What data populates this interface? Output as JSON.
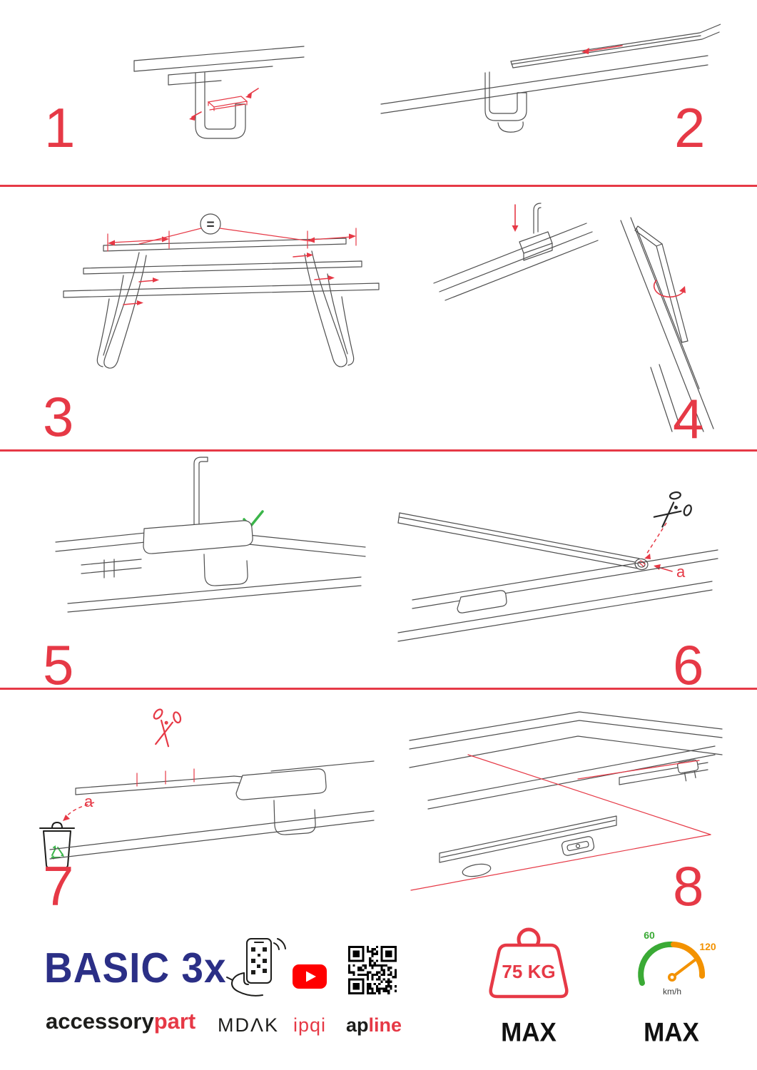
{
  "steps": [
    {
      "number": "1"
    },
    {
      "number": "2"
    },
    {
      "number": "3"
    },
    {
      "number": "4"
    },
    {
      "number": "5"
    },
    {
      "number": "6"
    },
    {
      "number": "7"
    },
    {
      "number": "8"
    }
  ],
  "annotations": {
    "equal_sign": "=",
    "cut_label_step6": "a",
    "cut_label_step7": "a"
  },
  "footer": {
    "product_name": "BASIC 3x",
    "brand_part1": "accessory",
    "brand_part2": "part",
    "logo_mdak": "MDΛK",
    "logo_ipqi": "ipqi",
    "logo_apline_part1": "ap",
    "logo_apline_part2": "line",
    "max_weight": {
      "value": "75 KG",
      "label": "MAX"
    },
    "max_speed": {
      "tick_low": "60",
      "tick_high": "120",
      "unit": "km/h",
      "label": "MAX"
    }
  },
  "colors": {
    "accent_red": "#e63946",
    "brand_navy": "#2b2f86",
    "check_green": "#3bb54a",
    "gauge_green": "#3aaa35",
    "gauge_orange": "#f39200",
    "youtube_red": "#ff0000"
  }
}
